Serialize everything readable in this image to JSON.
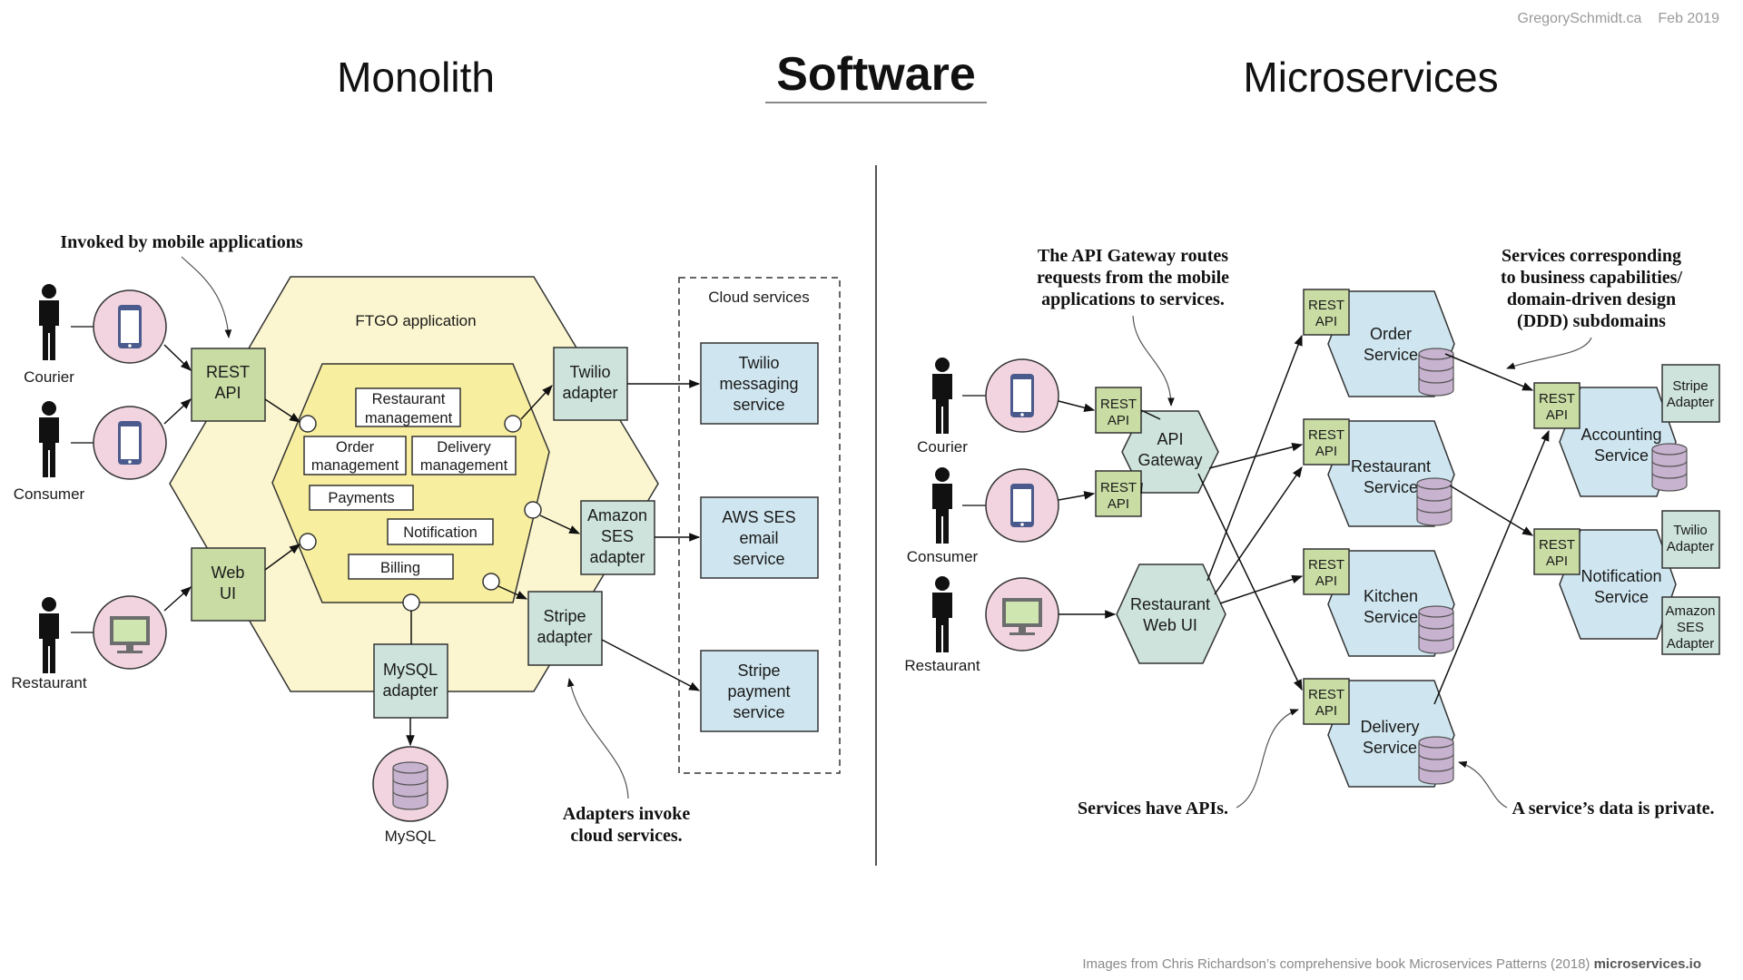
{
  "credit_top": {
    "site": "GregorySchmidt.ca",
    "date": "Feb 2019"
  },
  "titles": {
    "left": "Monolith",
    "center": "Software",
    "right": "Microservices"
  },
  "monolith": {
    "note_mobile": "Invoked by mobile applications",
    "app_label": "FTGO application",
    "actors": {
      "courier": "Courier",
      "consumer": "Consumer",
      "restaurant": "Restaurant"
    },
    "rest_api": [
      "REST",
      "API"
    ],
    "web_ui": [
      "Web",
      "UI"
    ],
    "modules": {
      "restaurant_mgmt": [
        "Restaurant",
        "management"
      ],
      "order_mgmt": [
        "Order",
        "management"
      ],
      "delivery_mgmt": [
        "Delivery",
        "management"
      ],
      "payments": "Payments",
      "notification": "Notification",
      "billing": "Billing"
    },
    "adapters": {
      "twilio": [
        "Twilio",
        "adapter"
      ],
      "ses": [
        "Amazon",
        "SES",
        "adapter"
      ],
      "stripe": [
        "Stripe",
        "adapter"
      ],
      "mysql": [
        "MySQL",
        "adapter"
      ]
    },
    "cloud_label": "Cloud services",
    "cloud": {
      "twilio": [
        "Twilio",
        "messaging",
        "service"
      ],
      "ses": [
        "AWS SES",
        "email",
        "service"
      ],
      "stripe": [
        "Stripe",
        "payment",
        "service"
      ]
    },
    "mysql_label": "MySQL",
    "note_adapters": [
      "Adapters invoke",
      "cloud services."
    ]
  },
  "micro": {
    "note_gateway": [
      "The API Gateway routes",
      "requests from the mobile",
      "applications to services."
    ],
    "note_ddd": [
      "Services corresponding",
      "to business capabilities/",
      "domain-driven design",
      "(DDD) subdomains"
    ],
    "actors": {
      "courier": "Courier",
      "consumer": "Consumer",
      "restaurant": "Restaurant"
    },
    "rest_api": [
      "REST",
      "API"
    ],
    "gateway": [
      "API",
      "Gateway"
    ],
    "web_ui": [
      "Restaurant",
      "Web UI"
    ],
    "services": {
      "order": [
        "Order",
        "Service"
      ],
      "restaurant": [
        "Restaurant",
        "Service"
      ],
      "kitchen": [
        "Kitchen",
        "Service"
      ],
      "delivery": [
        "Delivery",
        "Service"
      ],
      "accounting": [
        "Accounting",
        "Service"
      ],
      "notification": [
        "Notification",
        "Service"
      ]
    },
    "adapters": {
      "stripe": [
        "Stripe",
        "Adapter"
      ],
      "twilio": [
        "Twilio",
        "Adapter"
      ],
      "ses": [
        "Amazon",
        "SES",
        "Adapter"
      ]
    },
    "note_apis": "Services have APIs.",
    "note_private": "A service’s data is private."
  },
  "credit_bottom": {
    "text": "Images from Chris Richardson’s comprehensive book Microservices Patterns (2018) ",
    "site": "microservices.io"
  },
  "colors": {
    "hex_outer": "#fbf6cf",
    "hex_inner": "#f8eea0",
    "green": "#c9dca4",
    "teal": "#cde3dc",
    "blue": "#cfe6f0",
    "pink": "#f1d4df",
    "disk": "#c7b2cf"
  }
}
